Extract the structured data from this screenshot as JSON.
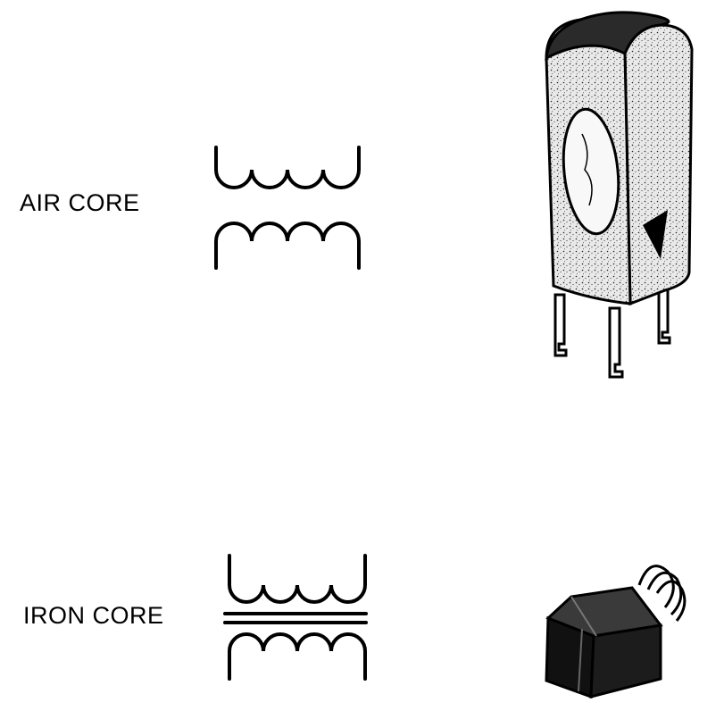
{
  "labels": {
    "air_core": "AIR CORE",
    "iron_core": "IRON CORE"
  },
  "colors": {
    "ink": "#000000",
    "background": "#ffffff",
    "component_body": "#e6e6e6"
  },
  "components": {
    "air_core_photo": "if-transformer-can",
    "iron_core_photo": "power-transformer"
  }
}
